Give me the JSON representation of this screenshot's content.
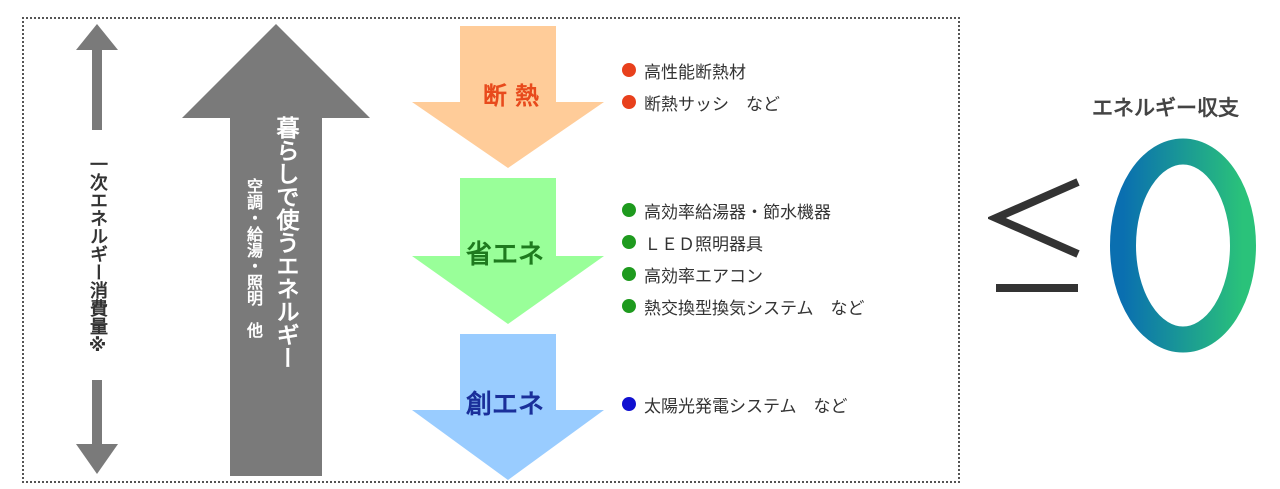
{
  "colors": {
    "gray_arrow": "#7a7a7a",
    "insulation_fill": "#ffcc99",
    "saving_fill": "#99ff99",
    "creating_fill": "#99ccff",
    "red_dot": "#e8401c",
    "green_dot": "#1e9a1e",
    "blue_dot": "#1010d0",
    "zero_gradient_start": "#0a6fb0",
    "zero_gradient_end": "#2ac27a"
  },
  "left_label": "一次エネルギー消費量※",
  "living_energy": {
    "title": "暮らしで使うエネルギー",
    "subtitle": "空調・給湯・照明　他"
  },
  "arrows": [
    {
      "label": "断 熱",
      "items": [
        "高性能断熱材",
        "断熱サッシ　など"
      ]
    },
    {
      "label": "省エネ",
      "items": [
        "高効率給湯器・節水機器",
        "ＬＥＤ照明器具",
        "高効率エアコン",
        "熱交換型換気システム　など"
      ]
    },
    {
      "label": "創エネ",
      "items": [
        "太陽光発電システム　など"
      ]
    }
  ],
  "balance": {
    "title": "エネルギー収支",
    "symbol": "≦",
    "value": "0"
  },
  "icons": {
    "double_arrow": "double-headed-vertical-arrow-icon",
    "up_arrow": "large-up-arrow-icon",
    "down_arrow": "down-arrow-icon",
    "bullet": "circle-bullet-icon"
  }
}
